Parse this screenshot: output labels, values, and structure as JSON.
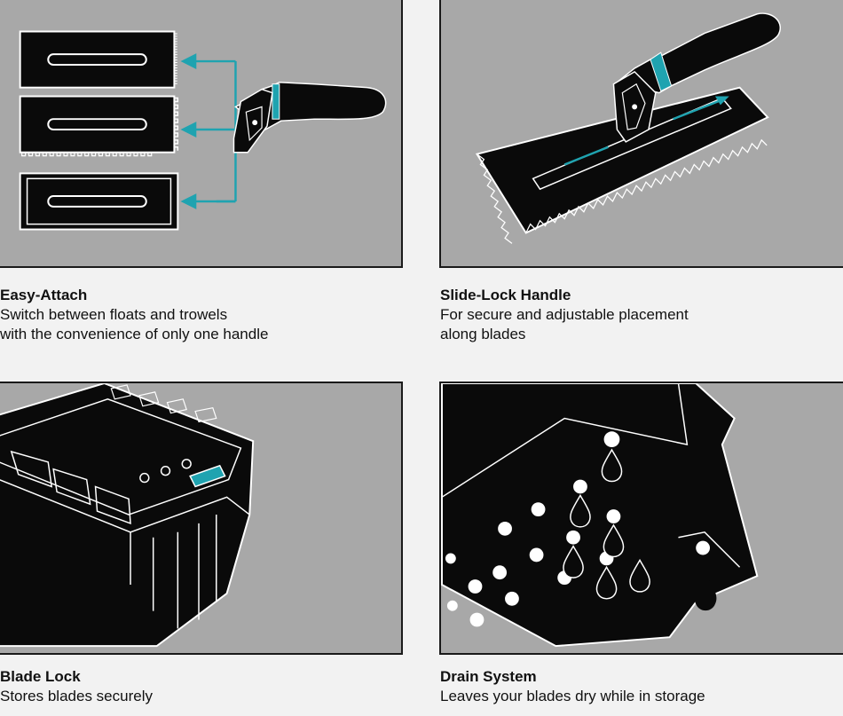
{
  "colors": {
    "panel_bg": "#a8a8a8",
    "accent": "#1fa3b0",
    "ink": "#0a0a0a",
    "page_bg": "#f2f2f2"
  },
  "features": [
    {
      "title": "Easy-Attach",
      "lines": [
        "Switch between floats and trowels",
        "with the convenience of only one handle"
      ],
      "icon": "blade-swap-illustration"
    },
    {
      "title": "Slide-Lock Handle",
      "lines": [
        "For secure and adjustable placement",
        "along blades"
      ],
      "icon": "trowel-handle-illustration"
    },
    {
      "title": "Blade Lock",
      "lines": [
        "Stores blades securely"
      ],
      "icon": "storage-box-illustration"
    },
    {
      "title": "Drain System",
      "lines": [
        "Leaves your blades dry while in storage"
      ],
      "icon": "drain-holes-illustration"
    }
  ]
}
